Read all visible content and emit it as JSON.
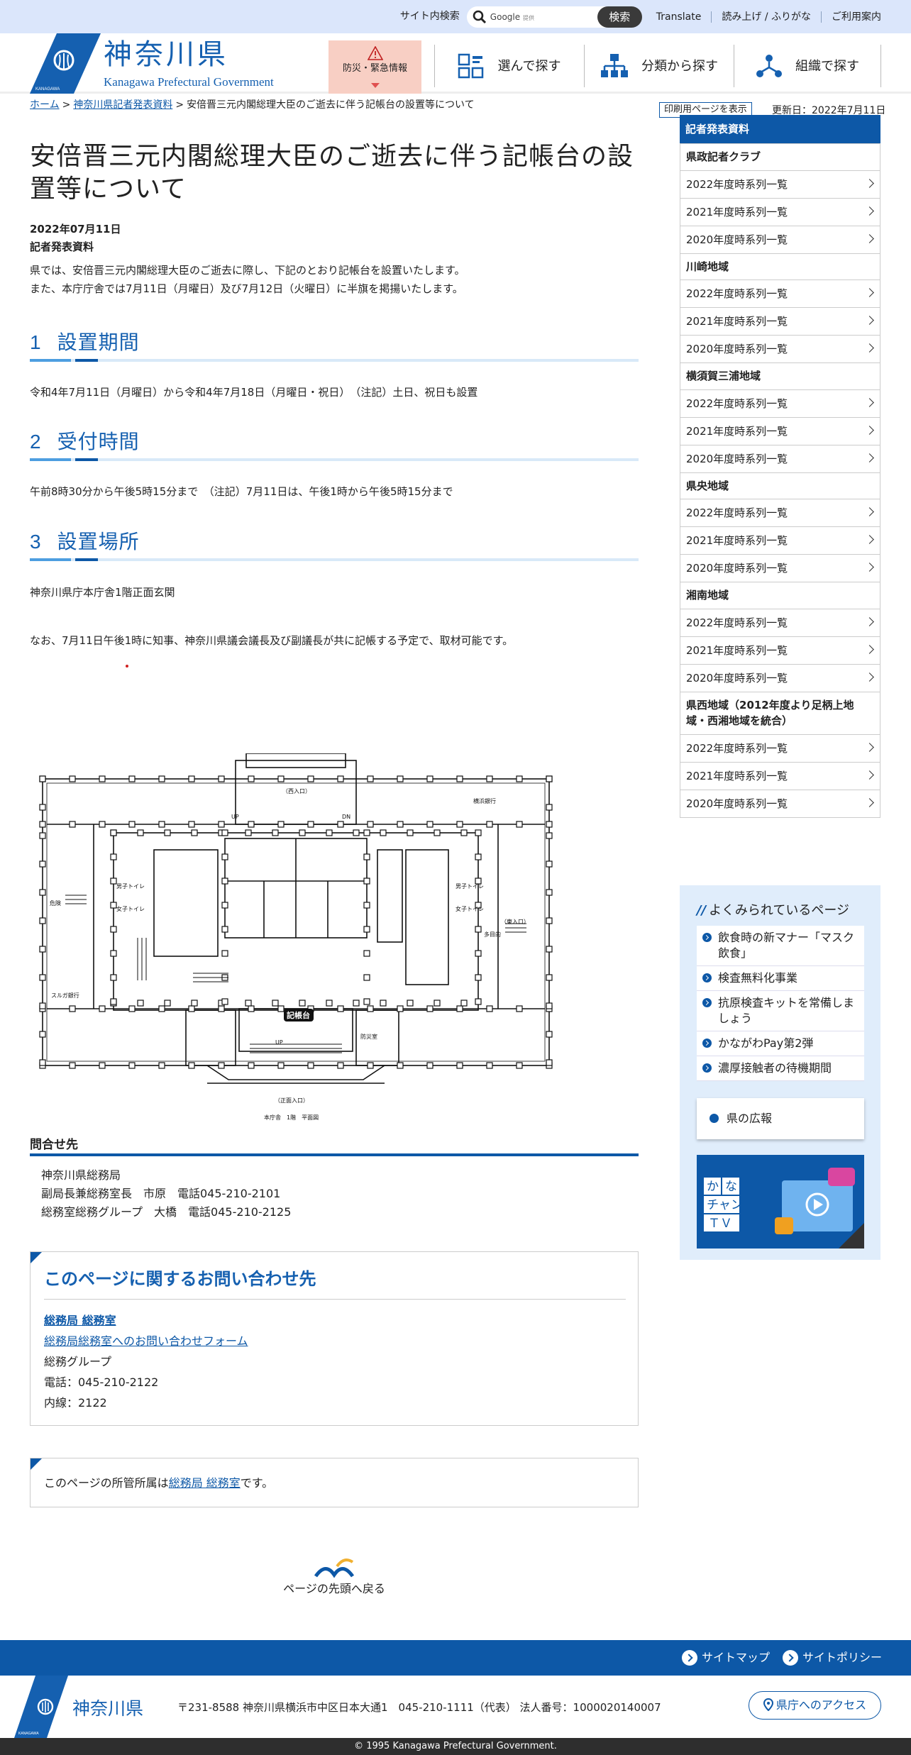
{
  "topbar": {
    "site_search": "サイト内検索",
    "google": "Google",
    "google_small": "提供",
    "search_button": "検索",
    "links": [
      "Translate",
      "読み上げ / ふりがな",
      "ご利用案内"
    ]
  },
  "header": {
    "logo_kanji": "神奈川県",
    "logo_en": "Kanagawa Prefectural Government",
    "logo_small": "KANAGAWA",
    "disaster": "防災・緊急情報",
    "nav": [
      "選んで探す",
      "分類から探す",
      "組織で探す"
    ]
  },
  "breadcrumb": [
    "ホーム",
    "神奈川県記者発表資料",
    "安倍晋三元内閣総理大臣のご逝去に伴う記帳台の設置等について"
  ],
  "print_button": "印刷用ページを表示",
  "updated": "更新日：2022年7月11日",
  "article": {
    "title": "安倍晋三元内閣総理大臣のご逝去に伴う記帳台の設置等について",
    "date": "2022年07月11日",
    "kind": "記者発表資料",
    "lead1": "県では、安倍晋三元内閣総理大臣のご逝去に際し、下記のとおり記帳台を設置いたします。",
    "lead2": "また、本庁庁舎では7月11日（月曜日）及び7月12日（火曜日）に半旗を掲揚いたします。",
    "sections": [
      {
        "num": "1",
        "title": "設置期間",
        "body": "令和4年7月11日（月曜日）から令和4年7月18日（月曜日・祝日）　（注記）土日、祝日も設置"
      },
      {
        "num": "2",
        "title": "受付時間",
        "body": "午前8時30分から午後5時15分まで　（注記）7月11日は、午後1時から午後5時15分まで"
      },
      {
        "num": "3",
        "title": "設置場所",
        "body": "神奈川県庁本庁舎1階正面玄関"
      }
    ],
    "note": "なお、7月11日午後1時に知事、神奈川県議会議長及び副議長が共に記帳する予定で、取材可能です。",
    "floor": {
      "west": "（西入口）",
      "east": "（東入口）",
      "main": "（正面入口）",
      "caption": "本庁舎　1階　平面図",
      "counter": "記帳台",
      "bank1": "横浜銀行",
      "bank2": "スルガ銀行",
      "wc_m": "男子トイレ",
      "wc_f": "女子トイレ",
      "up": "UP",
      "dn": "DN",
      "kiken": "危険",
      "yobi": "防災室",
      "toilet": "多目的"
    }
  },
  "contact": {
    "heading": "問合せ先",
    "lines": [
      "神奈川県総務局",
      "副局長兼総務室長　市原　電話045-210-2101",
      "総務室総務グループ　大橋　電話045-210-2125"
    ]
  },
  "inquiry": {
    "heading": "このページに関するお問い合わせ先",
    "dept": "総務局 総務室",
    "form": "総務局総務室へのお問い合わせフォーム",
    "group": "総務グループ",
    "tel": "電話：045-210-2122",
    "ext": "内線：2122"
  },
  "owner": {
    "pre": "このページの所管所属は",
    "link": "総務局 総務室",
    "post": "です。"
  },
  "totop": "ページの先頭へ戻る",
  "side": {
    "title": "記者発表資料",
    "regions": [
      {
        "name": "県政記者クラブ",
        "links": [
          "2022年度時系列一覧",
          "2021年度時系列一覧",
          "2020年度時系列一覧"
        ]
      },
      {
        "name": "川崎地域",
        "links": [
          "2022年度時系列一覧",
          "2021年度時系列一覧",
          "2020年度時系列一覧"
        ]
      },
      {
        "name": "横須賀三浦地域",
        "links": [
          "2022年度時系列一覧",
          "2021年度時系列一覧",
          "2020年度時系列一覧"
        ]
      },
      {
        "name": "県央地域",
        "links": [
          "2022年度時系列一覧",
          "2021年度時系列一覧",
          "2020年度時系列一覧"
        ]
      },
      {
        "name": "湘南地域",
        "links": [
          "2022年度時系列一覧",
          "2021年度時系列一覧",
          "2020年度時系列一覧"
        ]
      },
      {
        "name": "県西地域（2012年度より足柄上地域・西湘地域を統合）",
        "links": [
          "2022年度時系列一覧",
          "2021年度時系列一覧",
          "2020年度時系列一覧"
        ]
      }
    ],
    "popular_heading": "よくみられているページ",
    "popular": [
      "飲食時の新マナー「マスク飲食」",
      "検査無料化事業",
      "抗原検査キットを常備しましょう",
      "かながわPay第2弾",
      "濃厚接触者の待機期間"
    ],
    "koho": "県の広報",
    "tv": [
      "か",
      "な",
      "チャン",
      "ＴＶ"
    ]
  },
  "footer": {
    "sitemap": "サイトマップ",
    "policy": "サイトポリシー",
    "address": "〒231-8588 神奈川県横浜市中区日本大通1　045-210-1111（代表） 法人番号：1000020140007",
    "access": "県庁へのアクセス",
    "copyright": "© 1995 Kanagawa Prefectural Government."
  },
  "colors": {
    "brand": "#0d58a7",
    "topbar": "#dbe6fb",
    "disaster": "#f8cfc4",
    "footer": "#0d58a7"
  }
}
